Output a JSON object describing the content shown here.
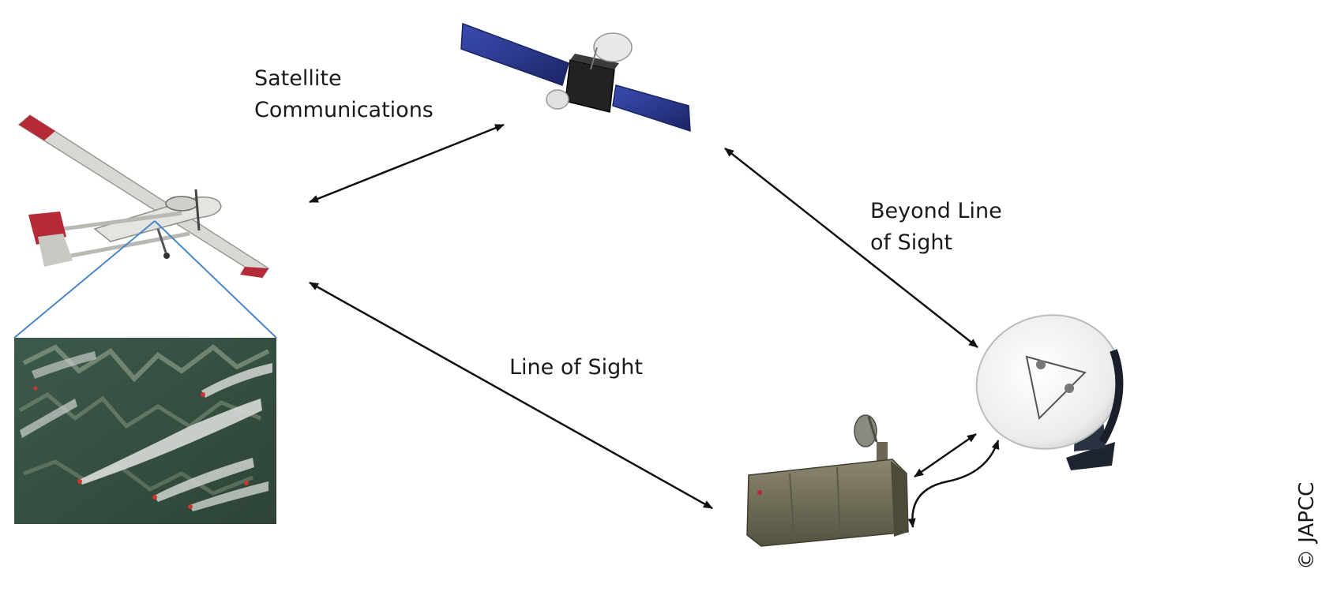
{
  "labels": {
    "satcom_line1": "Satellite",
    "satcom_line2": "Communications",
    "blos_line1": "Beyond Line",
    "blos_line2": "of Sight",
    "los": "Line of Sight"
  },
  "copyright": "© JAPCC",
  "colors": {
    "arrow": "#111111",
    "zoom_lines": "#4a86c8",
    "drone_body": "#d8d8d4",
    "drone_tips": "#b52a36",
    "satellite_panel": "#2b3a8e",
    "satellite_body": "#222222",
    "ground_station": "#6b6752",
    "dish": "#f2f2f2"
  }
}
